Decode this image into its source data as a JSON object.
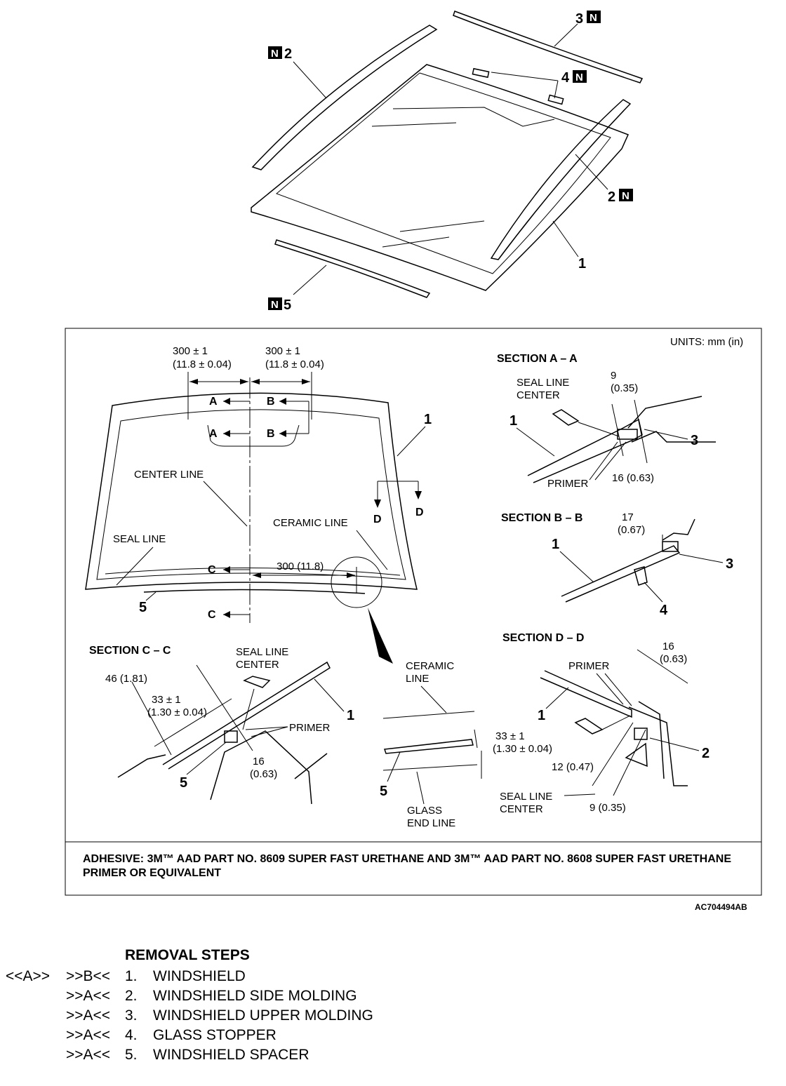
{
  "exploded_view": {
    "callouts": {
      "upper_molding": "3",
      "left_side_molding": "2",
      "glass_stopper": "4",
      "right_side_molding": "2",
      "windshield": "1",
      "spacer": "5"
    },
    "new_part_badge": "N"
  },
  "detail": {
    "units": "UNITS: mm (in)",
    "dim_left": [
      "300 ± 1",
      "(11.8 ± 0.04)"
    ],
    "dim_right": [
      "300 ± 1",
      "(11.8 ± 0.04)"
    ],
    "dim_bottom": "300 (11.8)",
    "letters": {
      "a": "A",
      "b": "B",
      "c": "C",
      "d": "D"
    },
    "labels": {
      "center_line": "CENTER LINE",
      "ceramic_line": "CERAMIC LINE",
      "seal_line": "SEAL LINE",
      "callout_1": "1",
      "callout_5": "5"
    },
    "section_aa": {
      "title": "SECTION A – A",
      "seal_line_center": [
        "SEAL LINE",
        "CENTER"
      ],
      "dim_top": [
        "9",
        "(0.35)"
      ],
      "dim_bottom": "16 (0.63)",
      "primer": "PRIMER",
      "c1": "1",
      "c3": "3"
    },
    "section_bb": {
      "title": "SECTION B – B",
      "dim": [
        "17",
        "(0.67)"
      ],
      "c1": "1",
      "c3": "3",
      "c4": "4"
    },
    "section_dd": {
      "title": "SECTION D – D",
      "primer": "PRIMER",
      "dim_top": [
        "16",
        "(0.63)"
      ],
      "dim_mid": "12 (0.47)",
      "dim_bottom": "9 (0.35)",
      "seal_line_center": [
        "SEAL LINE",
        "CENTER"
      ],
      "c1": "1",
      "c2": "2"
    },
    "section_cc": {
      "title": "SECTION C – C",
      "seal_line_center": [
        "SEAL LINE",
        "CENTER"
      ],
      "dim_46": "46 (1.81)",
      "dim_33": [
        "33 ± 1",
        "(1.30 ± 0.04)"
      ],
      "dim_16": [
        "16",
        "(0.63)"
      ],
      "primer": "PRIMER",
      "c1": "1",
      "c5": "5"
    },
    "zoom": {
      "ceramic_line": [
        "CERAMIC",
        "LINE"
      ],
      "glass_end_line": [
        "GLASS",
        "END LINE"
      ],
      "dim": [
        "33 ± 1",
        "(1.30 ± 0.04)"
      ],
      "c5": "5"
    },
    "adhesive": "ADHESIVE: 3M™ AAD PART NO. 8609 SUPER FAST URETHANE AND 3M™ AAD PART NO. 8608 SUPER FAST URETHANE PRIMER OR EQUIVALENT"
  },
  "figure_id": "AC704494AB",
  "removal": {
    "heading": "REMOVAL STEPS",
    "steps": [
      {
        "install": "<<A>>",
        "remove": ">>B<<",
        "num": "1.",
        "name": "WINDSHIELD"
      },
      {
        "install": "",
        "remove": ">>A<<",
        "num": "2.",
        "name": "WINDSHIELD SIDE MOLDING"
      },
      {
        "install": "",
        "remove": ">>A<<",
        "num": "3.",
        "name": "WINDSHIELD UPPER MOLDING"
      },
      {
        "install": "",
        "remove": ">>A<<",
        "num": "4.",
        "name": "GLASS STOPPER"
      },
      {
        "install": "",
        "remove": ">>A<<",
        "num": "5.",
        "name": "WINDSHIELD SPACER"
      }
    ]
  }
}
